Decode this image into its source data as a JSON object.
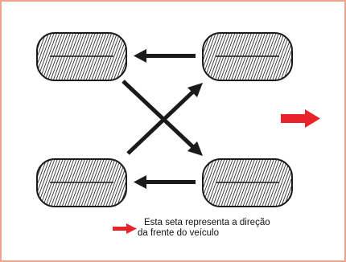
{
  "diagram": {
    "tires": [
      {
        "id": "front-left"
      },
      {
        "id": "front-right"
      },
      {
        "id": "rear-left"
      },
      {
        "id": "rear-right"
      }
    ],
    "arrows": [
      {
        "from": "front-right",
        "to": "front-left"
      },
      {
        "from": "rear-right",
        "to": "rear-left"
      },
      {
        "from": "front-left",
        "to": "rear-right"
      },
      {
        "from": "rear-left",
        "to": "front-right"
      }
    ]
  },
  "legend": {
    "line1": "Esta seta representa a direção",
    "line2": "da frente do veículo"
  },
  "colors": {
    "border": "#f2a18c",
    "direction_arrow": "#e8242a",
    "tire": "#1a1a1a",
    "rotation_arrow": "#1a1a1a"
  }
}
